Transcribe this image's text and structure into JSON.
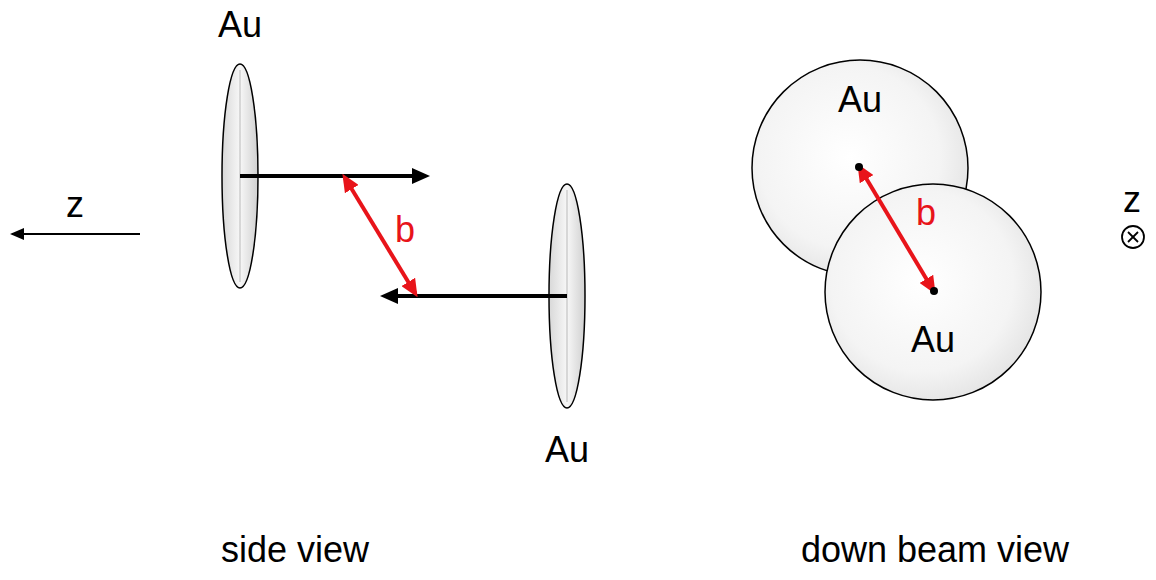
{
  "diagram": {
    "nodes": [
      {
        "text": [
          "Au"
        ]
      },
      {
        "text": [
          "Au"
        ]
      },
      {
        "text": [
          "Au"
        ]
      },
      {
        "text": [
          "Au"
        ]
      }
    ],
    "labels": [
      "z",
      "b",
      "side view",
      "b",
      "down beam view",
      "z"
    ]
  }
}
